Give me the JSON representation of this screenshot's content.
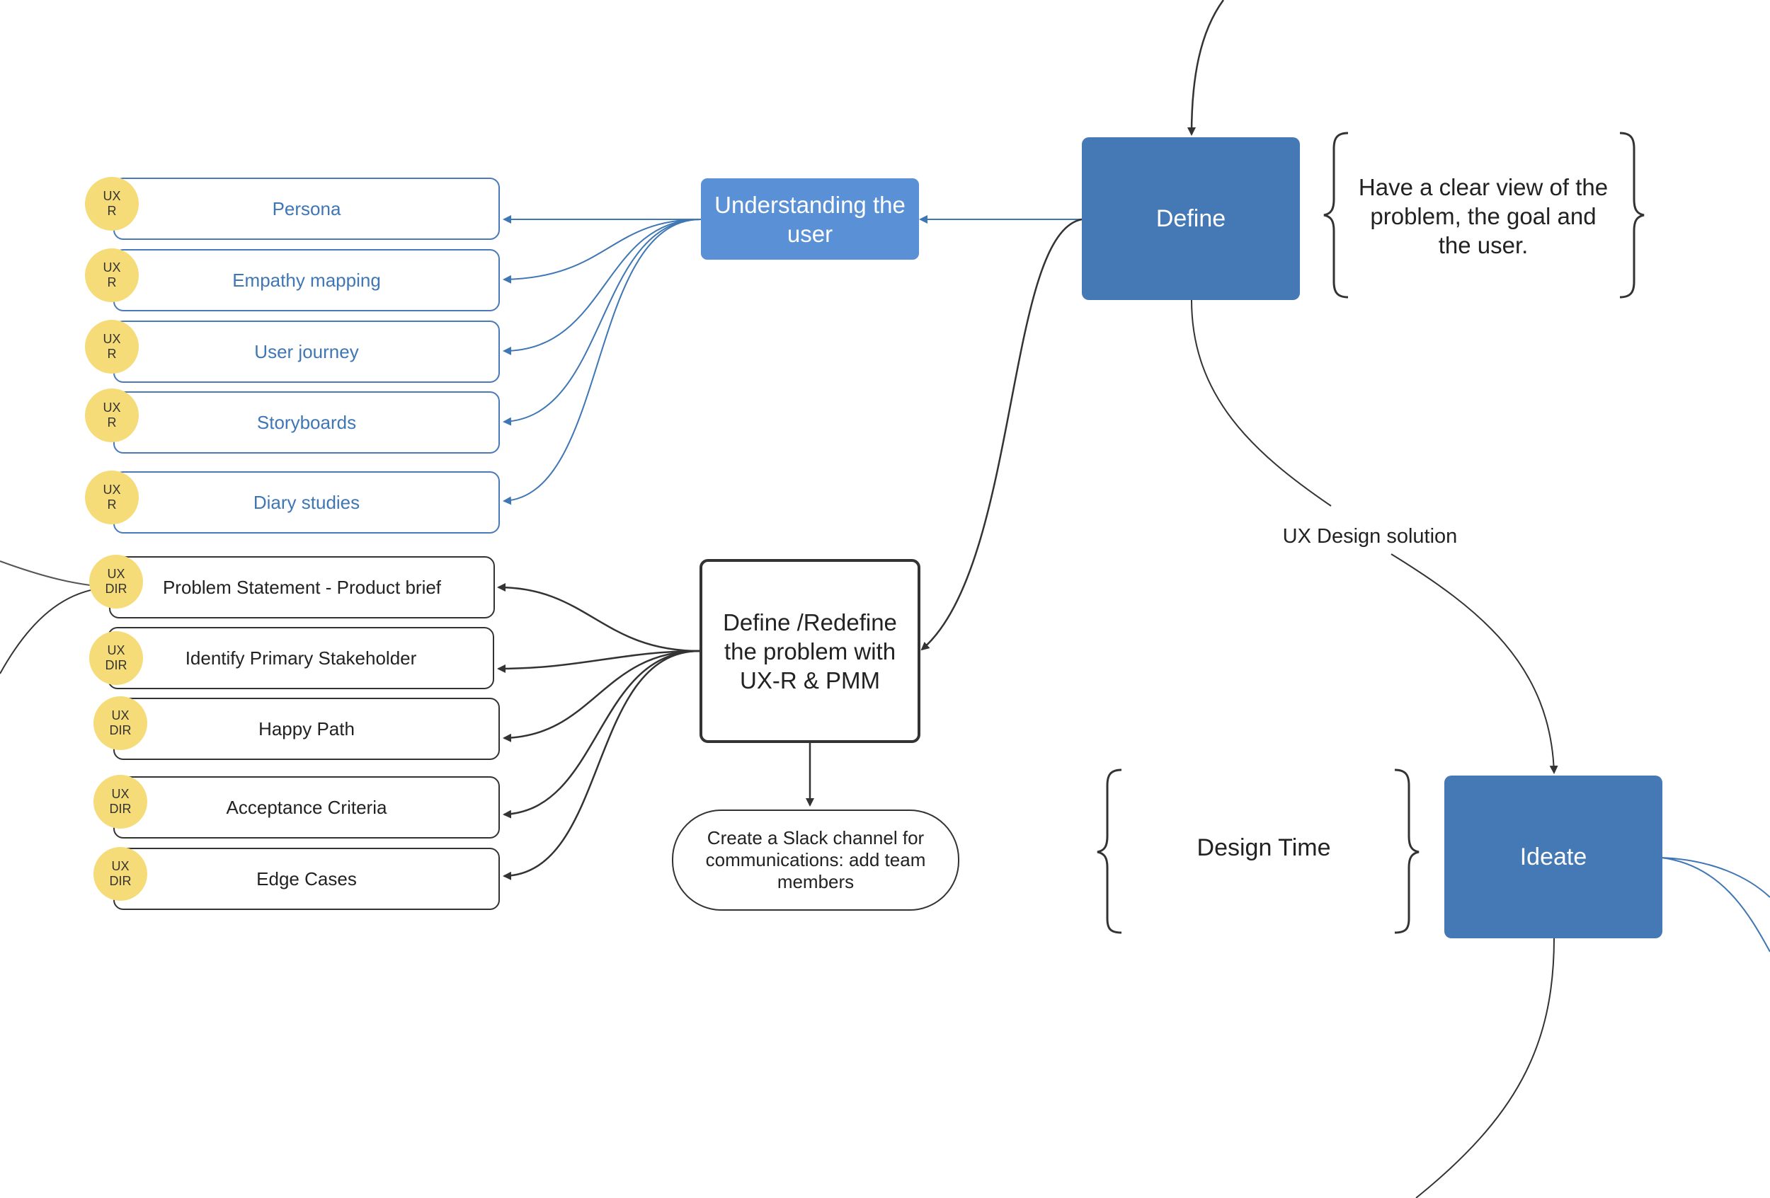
{
  "nodes": {
    "define": "Define",
    "understanding": "Understanding the user",
    "redefine": "Define /Redefine the problem with UX-R & PMM",
    "slack": "Create a Slack channel for communications: add team members",
    "ideate": "Ideate"
  },
  "notes": {
    "define_goal": "Have a clear view of the problem, the goal and the user.",
    "design_time": "Design Time",
    "ux_design_solution": "UX Design solution"
  },
  "user_items": [
    {
      "label": "Persona",
      "badge": "UX\nR"
    },
    {
      "label": "Empathy mapping",
      "badge": "UX\nR"
    },
    {
      "label": "User journey",
      "badge": "UX\nR"
    },
    {
      "label": "Storyboards",
      "badge": "UX\nR"
    },
    {
      "label": "Diary studies",
      "badge": "UX\nR"
    }
  ],
  "problem_items": [
    {
      "label": "Problem Statement - Product brief",
      "badge": "UX\nDIR"
    },
    {
      "label": "Identify Primary Stakeholder",
      "badge": "UX\nDIR"
    },
    {
      "label": "Happy Path",
      "badge": "UX\nDIR"
    },
    {
      "label": "Acceptance Criteria",
      "badge": "UX\nDIR"
    },
    {
      "label": "Edge Cases",
      "badge": "UX\nDIR"
    }
  ],
  "colors": {
    "primary": "#4579b5",
    "secondary": "#5a91d6",
    "badge": "#f5dc78",
    "connector_blue": "#3f76b4",
    "connector_dark": "#333333"
  }
}
